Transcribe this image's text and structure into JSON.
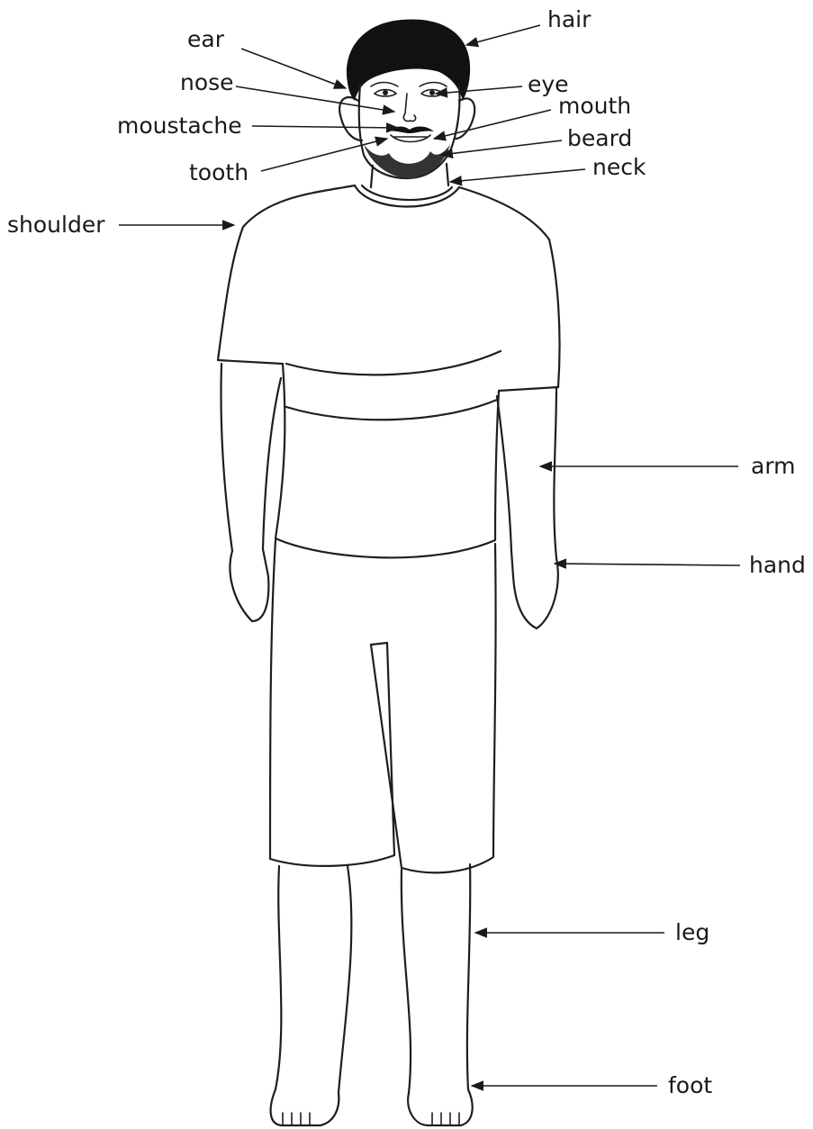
{
  "labels": {
    "hair": "hair",
    "ear": "ear",
    "nose": "nose",
    "eye": "eye",
    "mouth": "mouth",
    "moustache": "moustache",
    "beard": "beard",
    "tooth": "tooth",
    "neck": "neck",
    "shoulder": "shoulder",
    "arm": "arm",
    "hand": "hand",
    "leg": "leg",
    "foot": "foot"
  },
  "colors": {
    "ink": "#1a1a1a",
    "background": "#ffffff"
  }
}
